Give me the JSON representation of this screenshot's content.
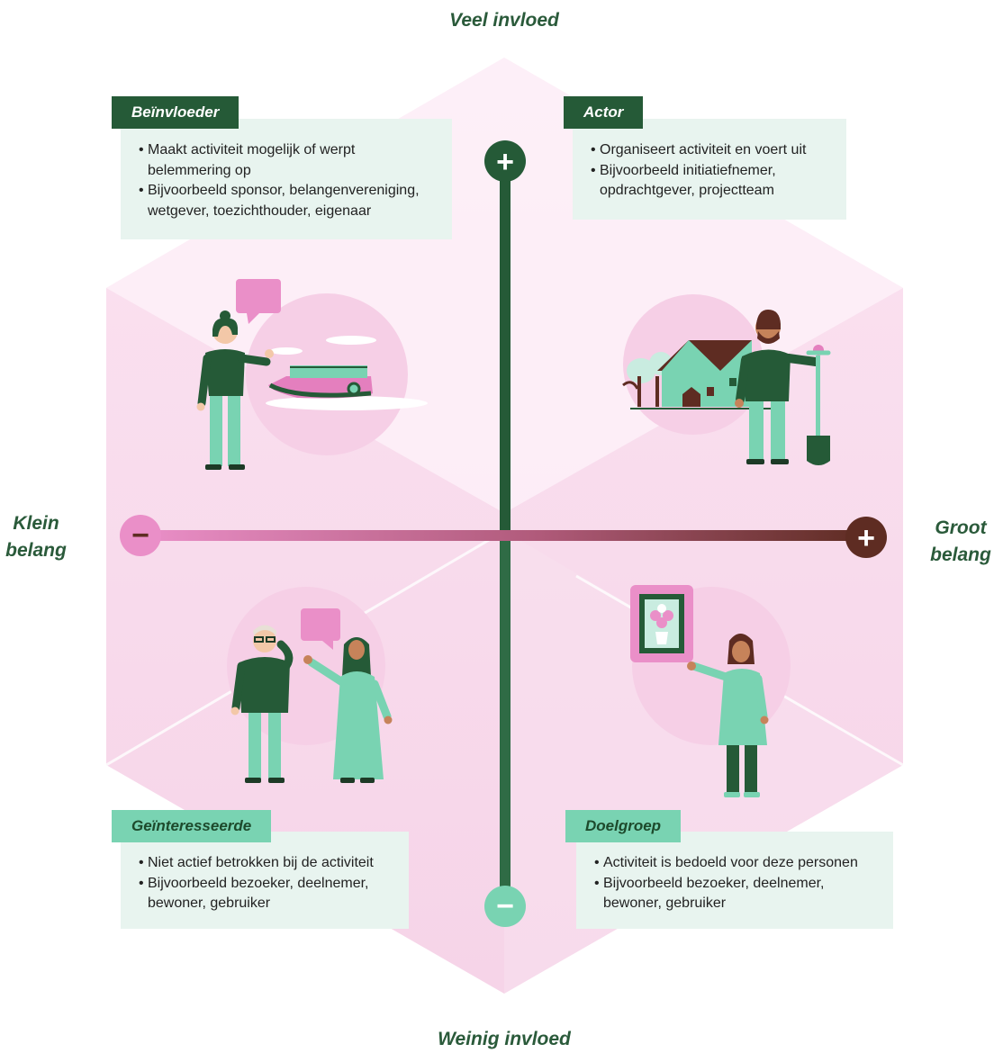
{
  "axes": {
    "top": "Veel invloed",
    "bottom": "Weinig invloed",
    "left": [
      "Klein",
      "belang"
    ],
    "right": [
      "Groot",
      "belang"
    ]
  },
  "quadrants": {
    "top_left": {
      "title": "Beïnvloeder",
      "bullets": [
        "Maakt activiteit mogelijk of werpt belemmering op",
        "Bijvoorbeeld sponsor, belangenvereniging, wetgever, toezichthouder, eigenaar"
      ],
      "illustration_icon": "woman-pointing-at-boat-icon"
    },
    "top_right": {
      "title": "Actor",
      "bullets": [
        "Organiseert activiteit en voert uit",
        "Bijvoorbeeld initiatiefnemer, opdrachtgever, projectteam"
      ],
      "illustration_icon": "man-with-shovel-and-house-icon"
    },
    "bottom_left": {
      "title": "Geïnteresseerde",
      "bullets": [
        "Niet actief betrokken bij de activiteit",
        "Bijvoorbeeld bezoeker, deelnemer, bewoner, gebruiker"
      ],
      "illustration_icon": "two-people-talking-icon"
    },
    "bottom_right": {
      "title": "Doelgroep",
      "bullets": [
        "Activiteit is bedoeld voor deze personen",
        "Bijvoorbeeld bezoeker, deelnemer, bewoner, gebruiker"
      ],
      "illustration_icon": "woman-with-painting-icon"
    }
  },
  "markers": {
    "plus": "+",
    "minus": "−"
  },
  "colors": {
    "dark_green": "#255a37",
    "light_green": "#79d3b2",
    "pink": "#ea8fc8",
    "brown": "#5e2c22",
    "box_bg": "#e8f4ef"
  }
}
